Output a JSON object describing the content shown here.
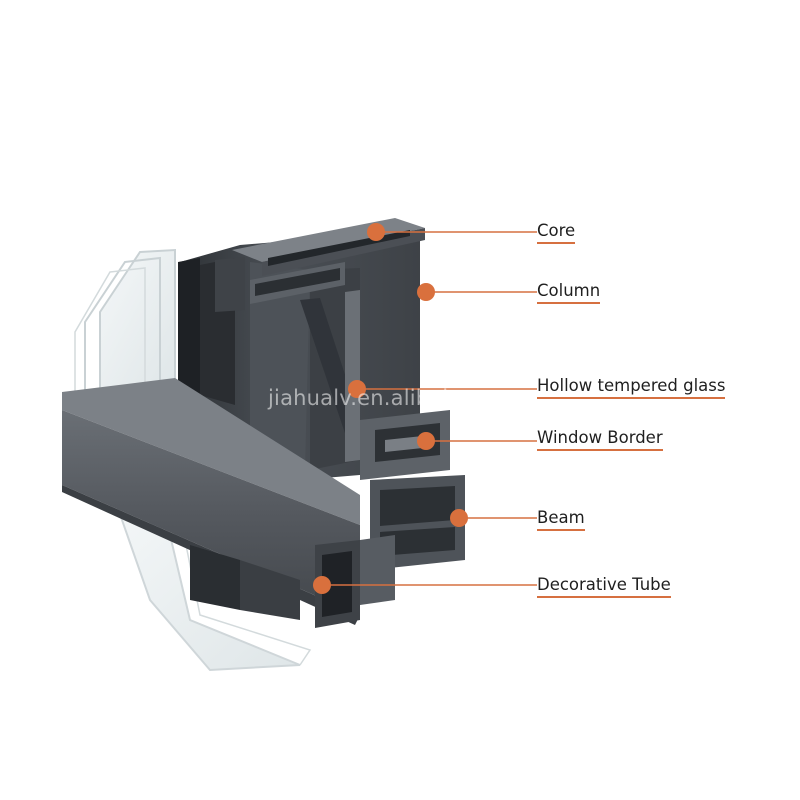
{
  "watermark": "jiahualv.en.alibaba.com",
  "colors": {
    "callout_dot": "#d9703d",
    "callout_line": "#d67040",
    "profile_dark": "#3a3e43",
    "profile_mid": "#565b61",
    "profile_light": "#7b8086",
    "glass": "#e9eef0"
  },
  "callouts": [
    {
      "id": "core",
      "label": "Core"
    },
    {
      "id": "column",
      "label": "Column"
    },
    {
      "id": "hollow-tempered-glass",
      "label": "Hollow tempered glass"
    },
    {
      "id": "window-border",
      "label": "Window Border"
    },
    {
      "id": "beam",
      "label": "Beam"
    },
    {
      "id": "decorative-tube",
      "label": "Decorative Tube"
    }
  ]
}
